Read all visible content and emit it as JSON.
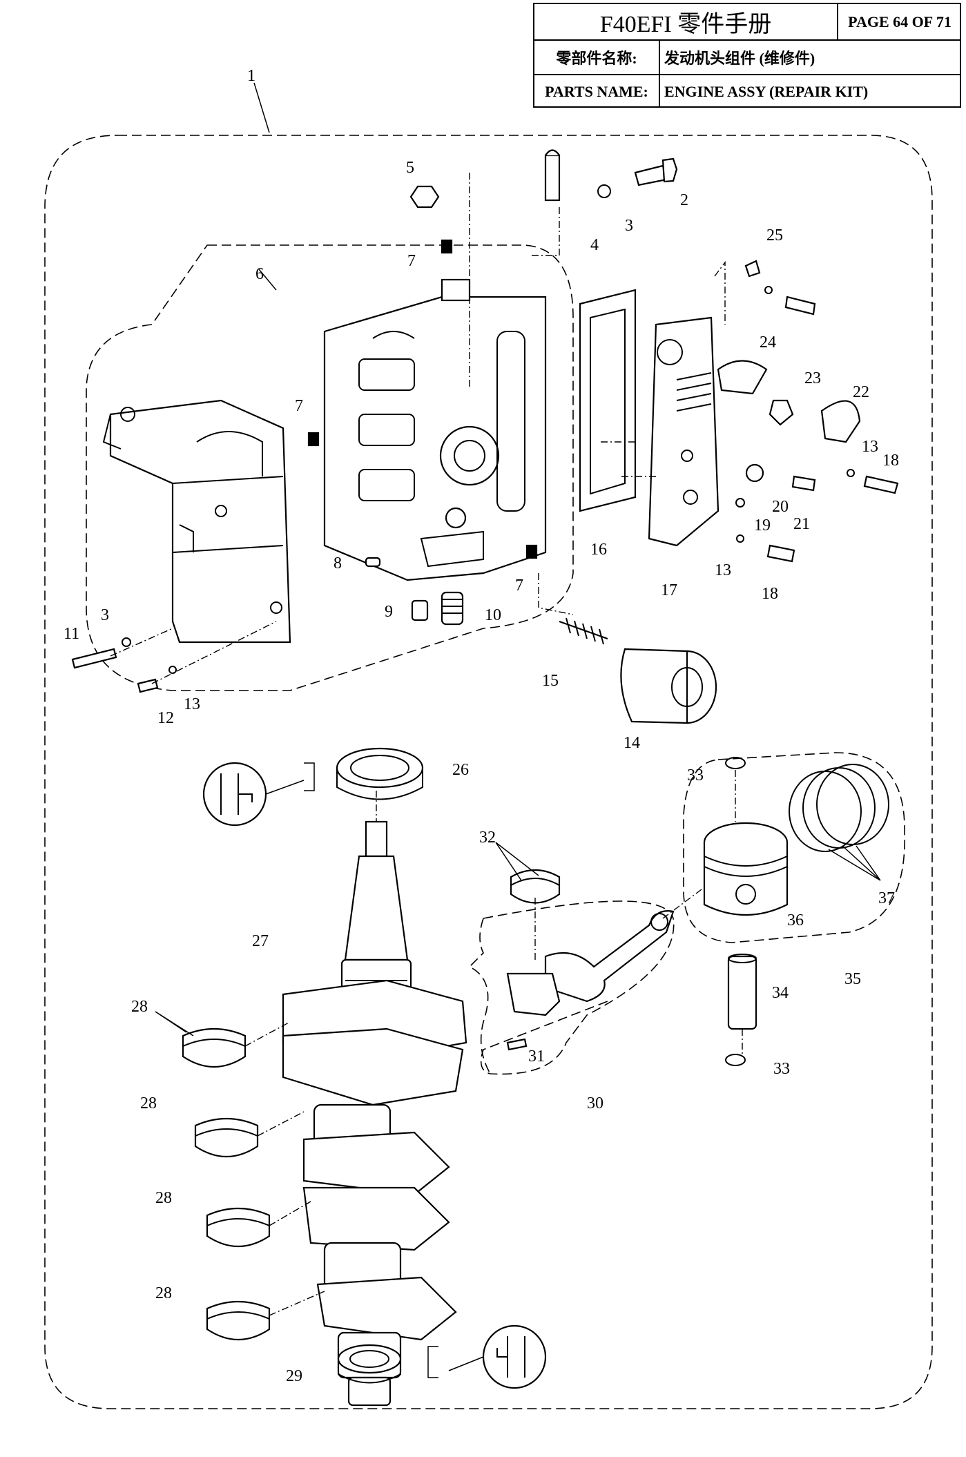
{
  "header": {
    "title": "F40EFI 零件手册",
    "page": "PAGE 64 OF 71",
    "name_label_cn": "零部件名称:",
    "name_value_cn": "发动机头组件 (维修件)",
    "name_label_en": "PARTS NAME:",
    "name_value_en": "ENGINE ASSY (REPAIR KIT)"
  },
  "callouts": [
    "1",
    "2",
    "3",
    "3",
    "4",
    "5",
    "6",
    "7",
    "7",
    "7",
    "8",
    "9",
    "10",
    "11",
    "12",
    "13",
    "13",
    "13",
    "14",
    "15",
    "16",
    "17",
    "18",
    "18",
    "19",
    "20",
    "21",
    "22",
    "23",
    "24",
    "25",
    "26",
    "27",
    "28",
    "28",
    "28",
    "28",
    "29",
    "30",
    "31",
    "32",
    "33",
    "33",
    "34",
    "35",
    "36",
    "37"
  ]
}
